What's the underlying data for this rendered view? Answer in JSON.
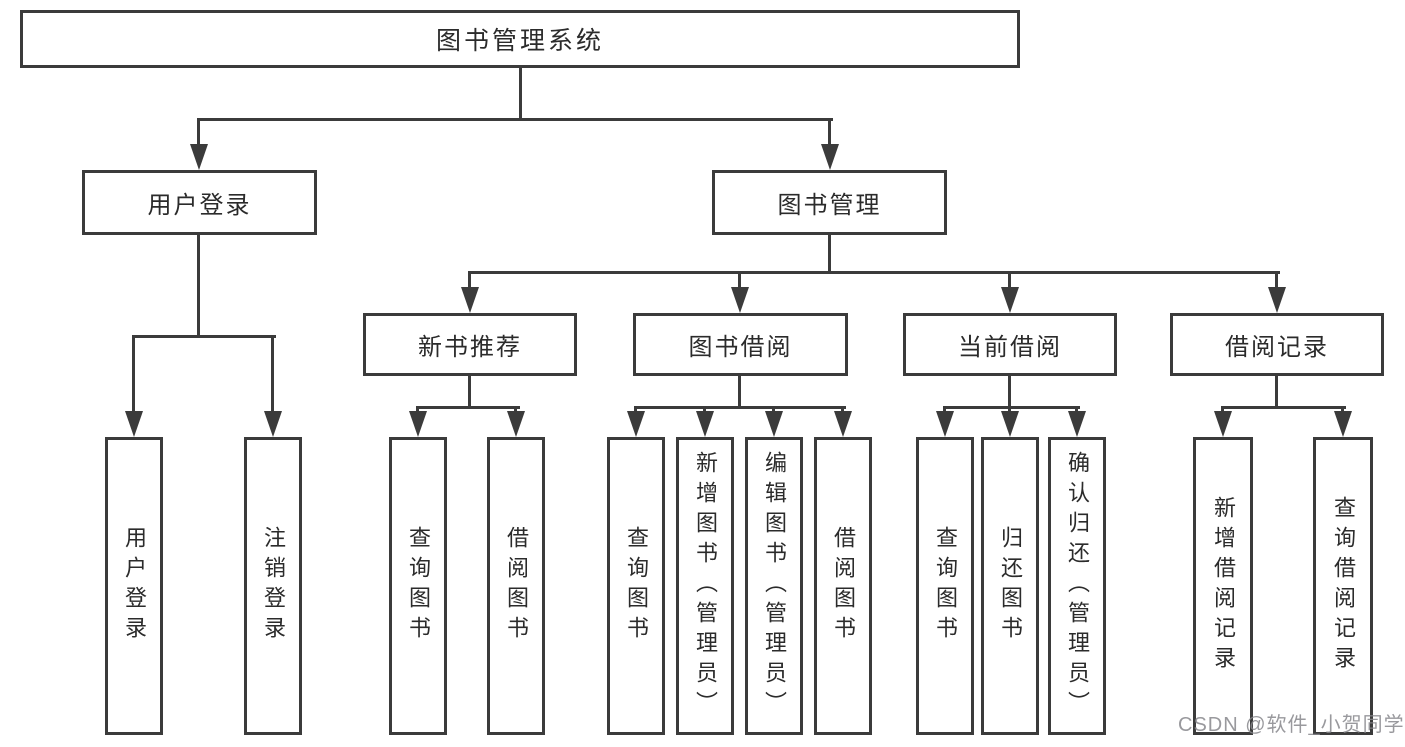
{
  "tree": {
    "label": "图书管理系统",
    "children": [
      {
        "label": "用户登录",
        "children": [
          {
            "label": "用户登录"
          },
          {
            "label": "注销登录"
          }
        ]
      },
      {
        "label": "图书管理",
        "children": [
          {
            "label": "新书推荐",
            "children": [
              {
                "label": "查询图书"
              },
              {
                "label": "借阅图书"
              }
            ]
          },
          {
            "label": "图书借阅",
            "children": [
              {
                "label": "查询图书"
              },
              {
                "label": "新增图书（管理员）"
              },
              {
                "label": "编辑图书（管理员）"
              },
              {
                "label": "借阅图书"
              }
            ]
          },
          {
            "label": "当前借阅",
            "children": [
              {
                "label": "查询图书"
              },
              {
                "label": "归还图书"
              },
              {
                "label": "确认归还（管理员）"
              }
            ]
          },
          {
            "label": "借阅记录",
            "children": [
              {
                "label": "新增借阅记录"
              },
              {
                "label": "查询借阅记录"
              }
            ]
          }
        ]
      }
    ]
  },
  "watermark": "CSDN @软件_小贺同学",
  "colors": {
    "line": "#3b3b3b",
    "text": "#2b2b2b",
    "background": "#ffffff",
    "watermark": "#87878c"
  }
}
